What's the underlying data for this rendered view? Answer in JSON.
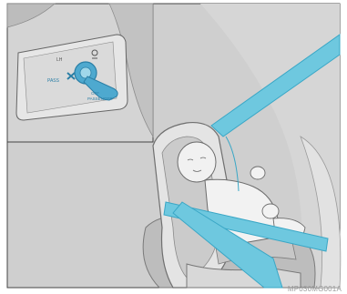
{
  "figure": {
    "code": "MP030MG001A"
  },
  "inset": {
    "label_top": "LH",
    "label_left": "PASS",
    "label_bottom_1": "OFF",
    "label_bottom_2": "PASSENGER"
  },
  "colors": {
    "belt": "#6ec8df",
    "belt_dark": "#3aa7c6",
    "gray_bg": "#cfcfcf",
    "gray_mid": "#b8b8b8",
    "gray_dark": "#8f8f8f",
    "key": "#4ea9cf"
  }
}
